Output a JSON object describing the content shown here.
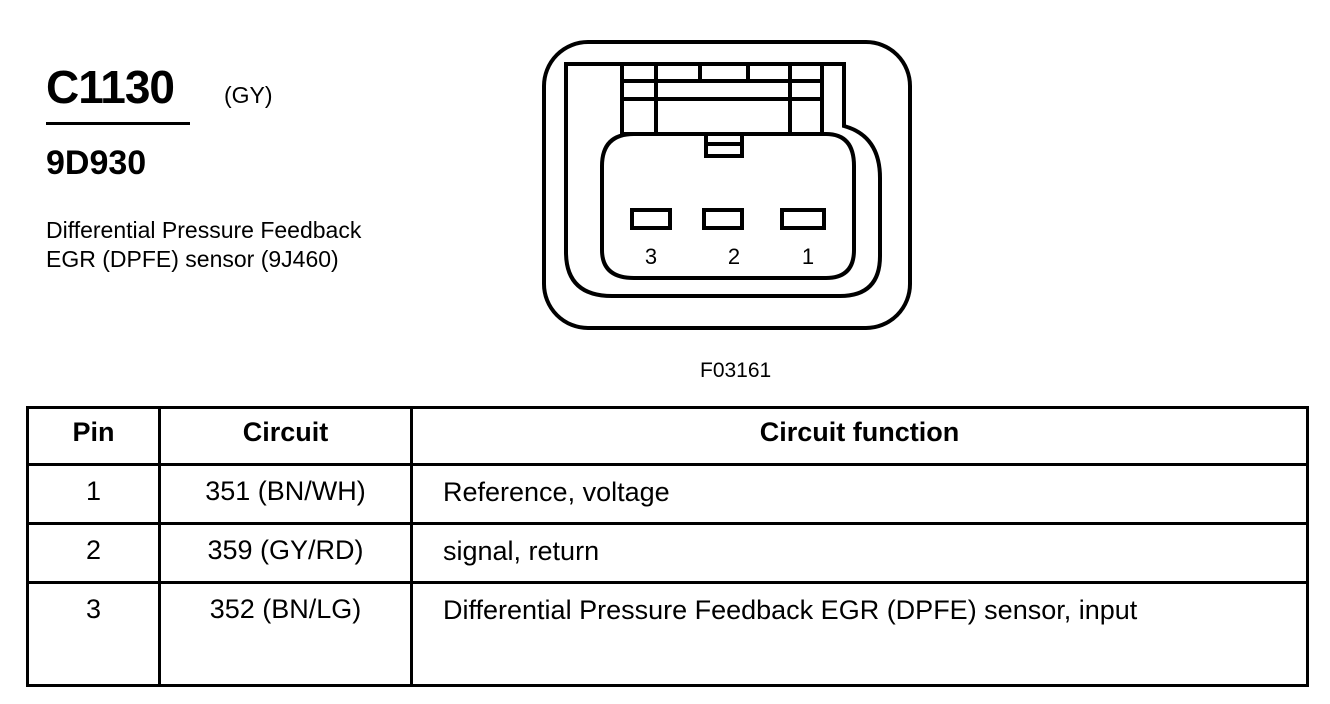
{
  "connector": {
    "id": "C1130",
    "color": "(GY)",
    "part_number": "9D930",
    "description_lines": [
      "Differential Pressure Feedback",
      "EGR (DPFE) sensor (9J460)"
    ],
    "figure_code": "F03161",
    "pin_labels": [
      "3",
      "2",
      "1"
    ]
  },
  "table": {
    "headers": [
      "Pin",
      "Circuit",
      "Circuit function"
    ],
    "rows": [
      {
        "pin": "1",
        "circuit": "351 (BN/WH)",
        "function": "Reference, voltage"
      },
      {
        "pin": "2",
        "circuit": "359 (GY/RD)",
        "function": "signal, return"
      },
      {
        "pin": "3",
        "circuit": "352 (BN/LG)",
        "function": "Differential Pressure Feedback EGR (DPFE) sensor, input"
      }
    ]
  }
}
